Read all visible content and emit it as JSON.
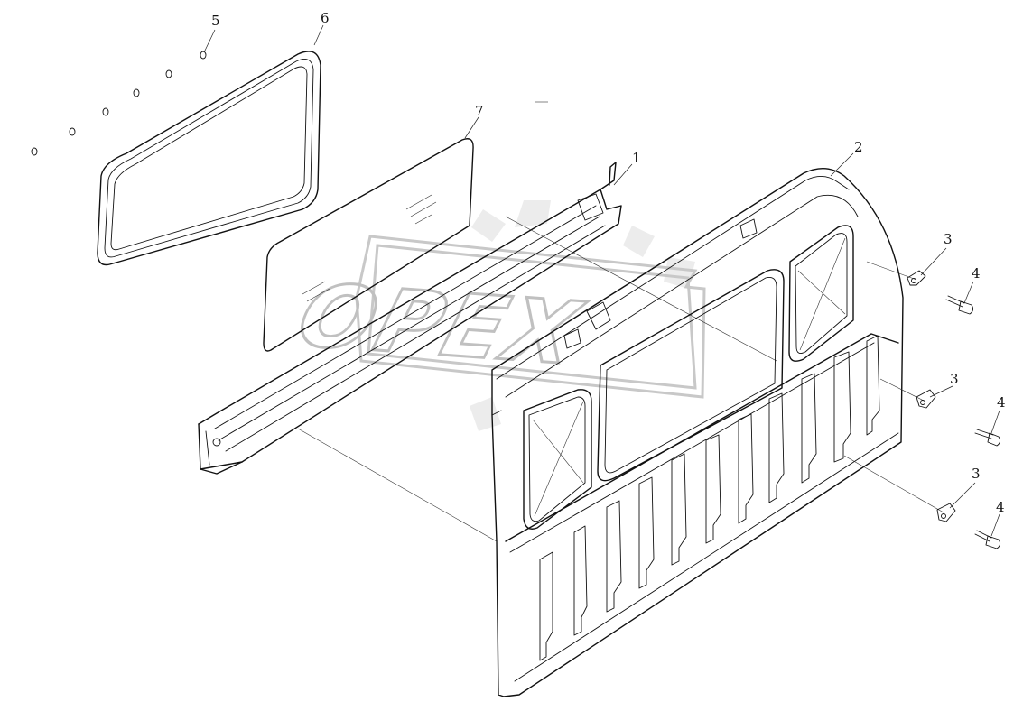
{
  "diagram": {
    "callouts": [
      {
        "id": "1",
        "label": "1"
      },
      {
        "id": "2",
        "label": "2"
      },
      {
        "id": "3a",
        "label": "3"
      },
      {
        "id": "3b",
        "label": "3"
      },
      {
        "id": "3c",
        "label": "3"
      },
      {
        "id": "4a",
        "label": "4"
      },
      {
        "id": "4b",
        "label": "4"
      },
      {
        "id": "4c",
        "label": "4"
      },
      {
        "id": "5",
        "label": "5"
      },
      {
        "id": "6",
        "label": "6"
      },
      {
        "id": "7",
        "label": "7"
      }
    ],
    "watermark": {
      "text": "OPEX",
      "color": "#c0c0c0"
    },
    "stroke_color": "#111111",
    "background": "#ffffff"
  }
}
